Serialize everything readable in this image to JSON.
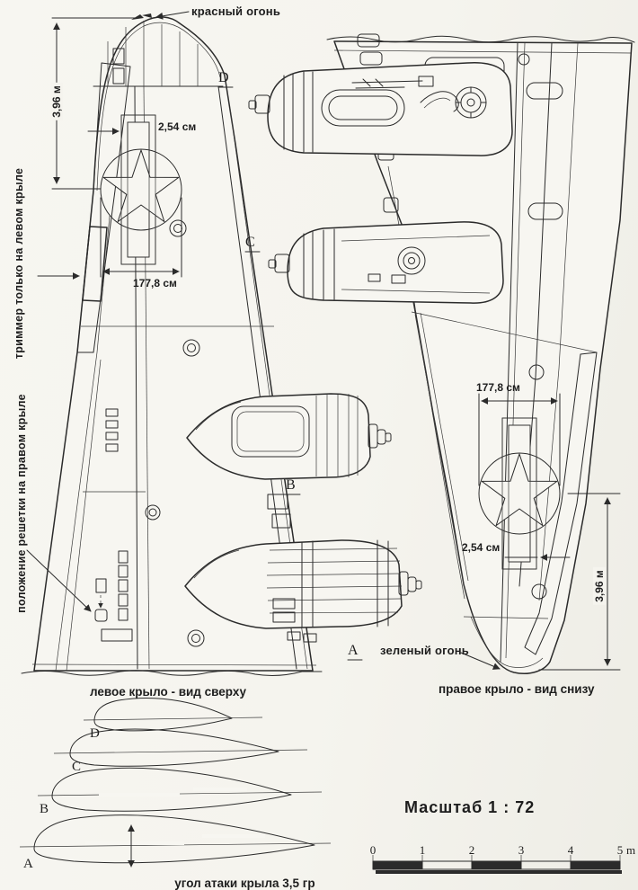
{
  "colors": {
    "paper": "#f5f4ee",
    "ink": "#2b2b2b"
  },
  "annotations": {
    "red_light": "красный огонь",
    "green_light": "зеленый огонь",
    "trimmer_note": "триммер только на левом крыле",
    "grille_note": "положение решетки на правом крыле"
  },
  "captions": {
    "left_wing": "левое крыло - вид сверху",
    "right_wing": "правое крыло - вид снизу",
    "attack_angle": "угол атаки крыла 3,5 гр",
    "scale_title": "Масштаб 1 : 72"
  },
  "dimensions": {
    "left_span": "3,96 м",
    "right_span": "3,96 м",
    "left_band": "2,54 см",
    "right_band": "2,54 см",
    "left_star": "177,8 см",
    "right_star": "177,8 см"
  },
  "section_marks": {
    "d": "D",
    "c": "C",
    "b": "B",
    "a": "A"
  },
  "airfoils": {
    "d": "D",
    "c": "C",
    "b": "B",
    "a": "A"
  },
  "scale_bar": {
    "ticks": [
      "0",
      "1",
      "2",
      "3",
      "4",
      "5"
    ],
    "unit": "m"
  }
}
